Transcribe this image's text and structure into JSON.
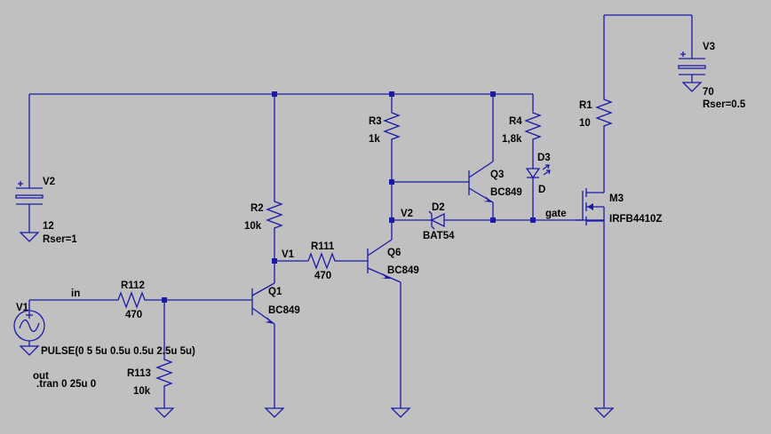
{
  "components": {
    "V1": {
      "name": "V1",
      "value": "PULSE(0 5 5u 0.5u 0.5u 2.5u 5u)"
    },
    "V2": {
      "name": "V2",
      "value": "12",
      "rser": "Rser=1"
    },
    "V3": {
      "name": "V3",
      "value": "70",
      "rser": "Rser=0.5"
    },
    "R1": {
      "name": "R1",
      "value": "10"
    },
    "R2": {
      "name": "R2",
      "value": "10k"
    },
    "R3": {
      "name": "R3",
      "value": "1k"
    },
    "R4": {
      "name": "R4",
      "value": "1,8k"
    },
    "R111": {
      "name": "R111",
      "value": "470"
    },
    "R112": {
      "name": "R112",
      "value": "470"
    },
    "R113": {
      "name": "R113",
      "value": "10k"
    },
    "Q1": {
      "name": "Q1",
      "value": "BC849"
    },
    "Q3": {
      "name": "Q3",
      "value": "BC849"
    },
    "Q6": {
      "name": "Q6",
      "value": "BC849"
    },
    "D2": {
      "name": "D2",
      "value": "BAT54"
    },
    "D3": {
      "name": "D3",
      "value": "D"
    },
    "M3": {
      "name": "M3",
      "value": "IRFB4410Z"
    }
  },
  "nets": {
    "in": "in",
    "v1": "V1",
    "v2": "V2",
    "gate": "gate"
  },
  "directives": {
    "out": "out",
    "tran": ".tran 0 25u 0"
  },
  "colors": {
    "background": "#c0c0c0",
    "wire": "#1a1aa8",
    "text": "#000000"
  }
}
